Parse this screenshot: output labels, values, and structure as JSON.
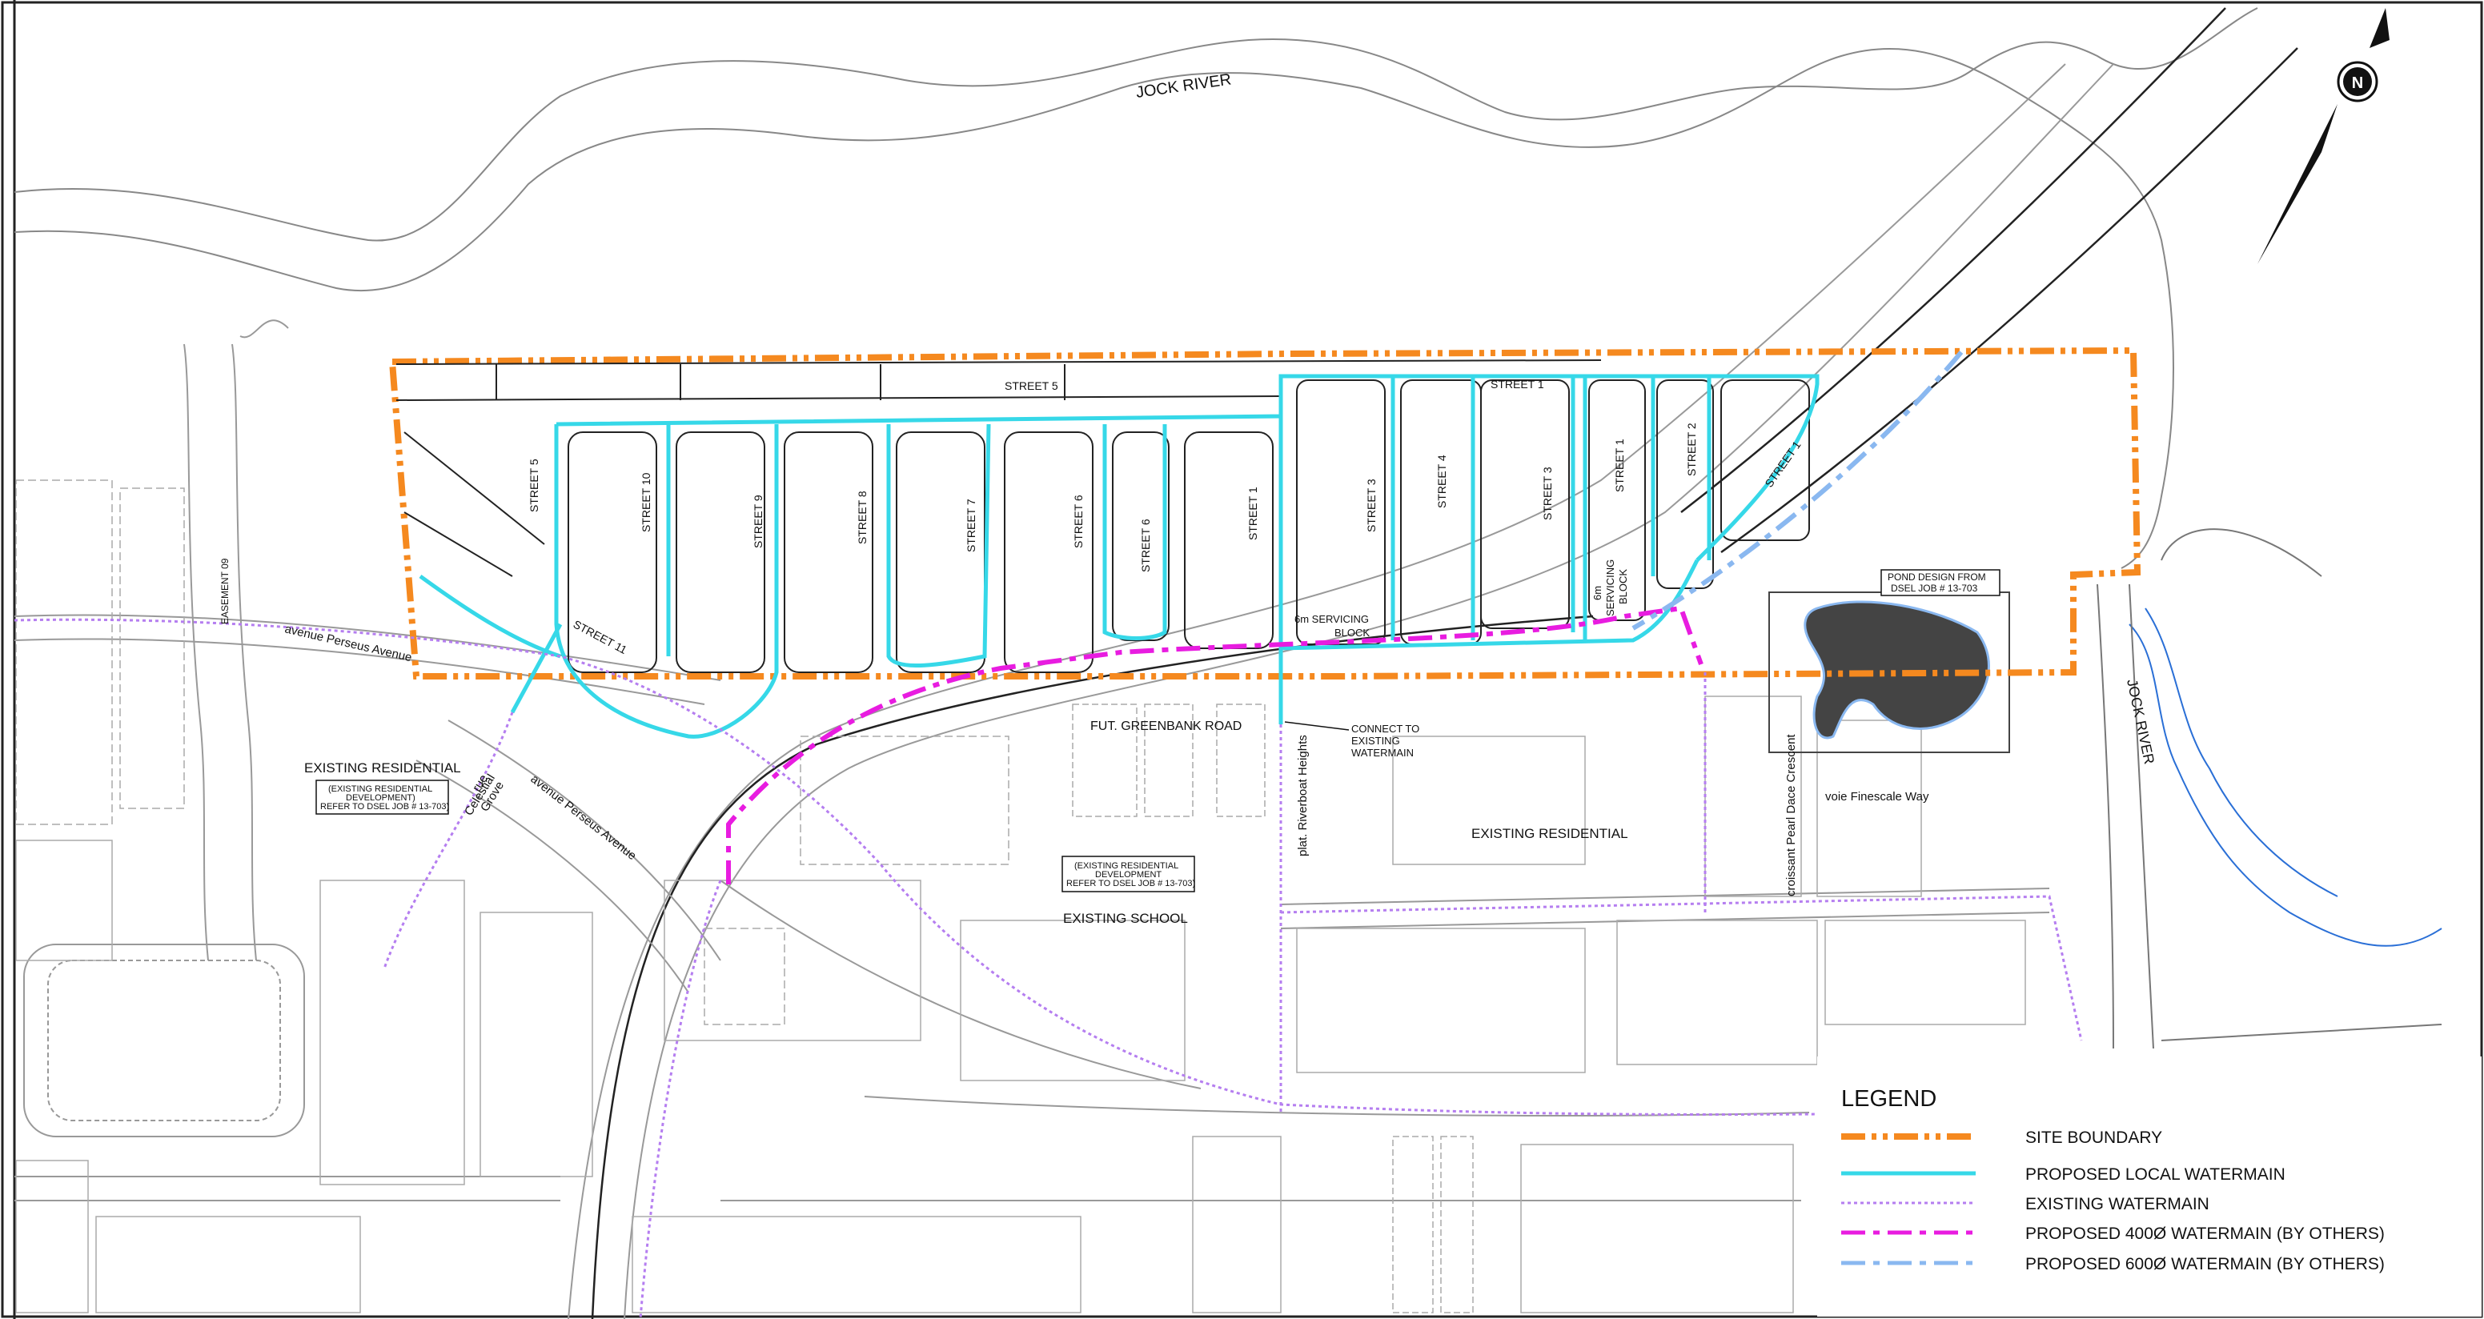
{
  "plan": {
    "river_label_top": "JOCK RIVER",
    "river_label_right": "JOCK RIVER",
    "roads": {
      "greenbank": "FUT. GREENBANK ROAD",
      "perseus_1": "avenue Perseus Avenue",
      "perseus_2": "avenue Perseus Avenue",
      "riverboat": "plat. Riverboat Heights",
      "pearl_dace": "croissant Pearl Dace Crescent",
      "finescale": "voie Finescale Way",
      "celestial_1": "rue",
      "celestial_2": "Celestial",
      "celestial_3": "Grove",
      "easement": "EASEMENT 09"
    },
    "streets": {
      "s5_top": "STREET 5",
      "s5_left": "STREET 5",
      "s10": "STREET 10",
      "s9": "STREET 9",
      "s8": "STREET 8",
      "s7": "STREET 7",
      "s6a": "STREET 6",
      "s6b": "STREET 6",
      "s1a": "STREET 1",
      "s3a": "STREET 3",
      "s4": "STREET 4",
      "s1_top": "STREET 1",
      "s3b": "STREET 3",
      "s1b": "STREET 1",
      "s2": "STREET 2",
      "s1c": "STREET 1",
      "s11": "STREET 11"
    },
    "annotations": {
      "servicing_1a": "6m SERVICING",
      "servicing_1b": "BLOCK",
      "servicing_2a": "6m",
      "servicing_2b": "SERVICING",
      "servicing_2c": "BLOCK",
      "connect_1": "CONNECT TO",
      "connect_2": "EXISTING",
      "connect_3": "WATERMAIN",
      "pond_1": "POND DESIGN FROM",
      "pond_2": "DSEL JOB # 13-703",
      "existing_res_west": "EXISTING RESIDENTIAL",
      "existing_res_center": "EXISTING RESIDENTIAL",
      "existing_school": "EXISTING SCHOOL",
      "ref_west_1": "(EXISTING RESIDENTIAL",
      "ref_west_2": "DEVELOPMENT)",
      "ref_west_3": "REFER TO DSEL JOB # 13-703)",
      "ref_center_1": "(EXISTING RESIDENTIAL",
      "ref_center_2": "DEVELOPMENT",
      "ref_center_3": "REFER TO DSEL JOB # 13-703)"
    }
  },
  "legend": {
    "title": "LEGEND",
    "items": [
      {
        "label": "SITE BOUNDARY",
        "color": "#f5891f",
        "style": "dash-dot-dot"
      },
      {
        "label": "PROPOSED LOCAL WATERMAIN",
        "color": "#36d8e8",
        "style": "solid"
      },
      {
        "label": "EXISTING WATERMAIN",
        "color": "#b57ef0",
        "style": "dotted"
      },
      {
        "label": "PROPOSED 400Ø WATERMAIN (BY OTHERS)",
        "color": "#e81ce0",
        "style": "dash-dot"
      },
      {
        "label": "PROPOSED 600Ø WATERMAIN (BY OTHERS)",
        "color": "#8ab8f0",
        "style": "dash-dot"
      }
    ]
  },
  "north_arrow": {
    "icon": "north-arrow-icon",
    "letter": "N"
  },
  "colors": {
    "site_boundary": "#f5891f",
    "local_watermain": "#36d8e8",
    "existing_watermain": "#b57ef0",
    "proposed_400": "#e81ce0",
    "proposed_600": "#8ab8f0",
    "creek": "#2a6fd6"
  }
}
